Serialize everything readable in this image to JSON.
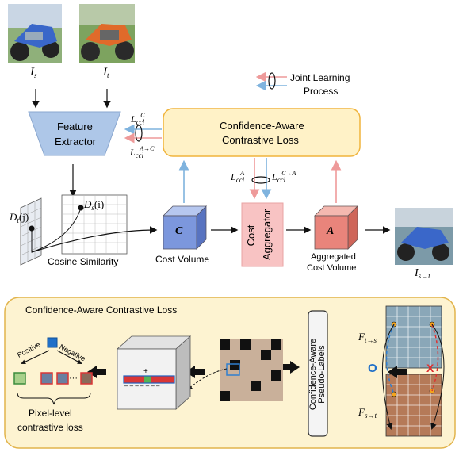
{
  "inputs": {
    "source_symbol": "I",
    "source_sub": "s",
    "target_symbol": "I",
    "target_sub": "t",
    "output_symbol": "I",
    "output_sub": "s→t"
  },
  "legend": {
    "label_line1": "Joint Learning",
    "label_line2": "Process"
  },
  "feature_extractor": {
    "line1": "Feature",
    "line2": "Extractor"
  },
  "contrastive_top": {
    "line1": "Confidence-Aware",
    "line2": "Contrastive Loss"
  },
  "loss_labels": {
    "l_symbol": "L",
    "ccl": "ccl",
    "sup_c": "C",
    "sup_a_to_c": "A→C",
    "sup_a": "A",
    "sup_c_to_a": "C→A"
  },
  "cosine": {
    "label": "Cosine Similarity",
    "dt_symbol": "D",
    "dt_sub": "t",
    "dt_idx": "(j)",
    "ds_symbol": "D",
    "ds_sub": "s",
    "ds_idx": "(i)"
  },
  "cost_volume": {
    "letter": "C",
    "label": "Cost Volume"
  },
  "aggregator": {
    "line1": "Cost",
    "line2": "Aggregator"
  },
  "aggregated": {
    "letter": "A",
    "line1": "Aggregated",
    "line2": "Cost Volume"
  },
  "bottom_panel": {
    "title": "Confidence-Aware Contrastive Loss",
    "positive": "Positive",
    "negative": "Negative",
    "dots": "···",
    "pixel_line1": "Pixel-level",
    "pixel_line2": "contrastive loss",
    "pseudo_line1": "Confidence-Aware",
    "pseudo_line2": "Pseudo-Labels",
    "f_ts_symbol": "F",
    "f_ts_sub": "t→s",
    "f_st_symbol": "F",
    "f_st_sub": "s→t",
    "o_mark": "O",
    "x_mark": "X",
    "plus": "+",
    "minus": "– – – – – – –"
  },
  "colors": {
    "extractor": "#aec7e8",
    "top_box_fill": "#fff2c7",
    "top_box_border": "#f0b43c",
    "cost_volume": "#6f8fd6",
    "aggregator": "#f8c3c3",
    "aggregated": "#e9847b",
    "panel_fill": "#fdf3d1",
    "panel_border": "#e2b44c",
    "blue_arrow": "#7fb3de",
    "red_arrow": "#ee9a9a"
  }
}
